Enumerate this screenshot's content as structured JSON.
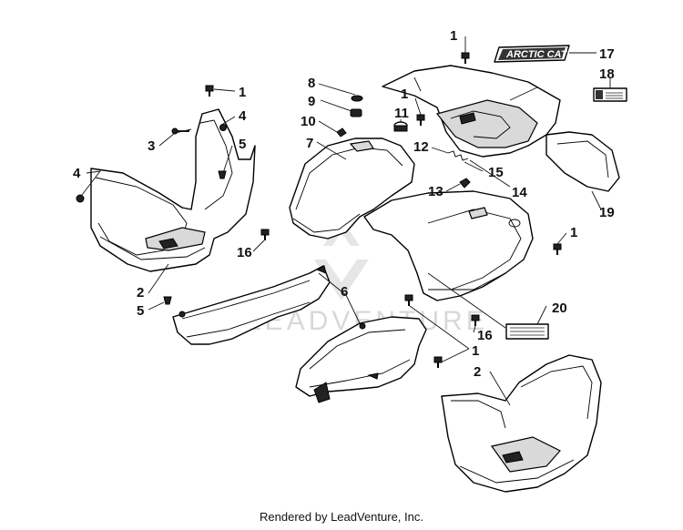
{
  "diagram": {
    "watermark": "LEADVENTURE",
    "decal_17_text": "ARCTIC CAT",
    "callouts": [
      {
        "id": "c1a",
        "label": "1"
      },
      {
        "id": "c17",
        "label": "17"
      },
      {
        "id": "c18",
        "label": "18"
      },
      {
        "id": "c1b",
        "label": "1"
      },
      {
        "id": "c4a",
        "label": "4"
      },
      {
        "id": "c3",
        "label": "3"
      },
      {
        "id": "c5a",
        "label": "5"
      },
      {
        "id": "c4b",
        "label": "4"
      },
      {
        "id": "c8",
        "label": "8"
      },
      {
        "id": "c9",
        "label": "9"
      },
      {
        "id": "c10",
        "label": "10"
      },
      {
        "id": "c11",
        "label": "11"
      },
      {
        "id": "c1c",
        "label": "1"
      },
      {
        "id": "c7",
        "label": "7"
      },
      {
        "id": "c12",
        "label": "12"
      },
      {
        "id": "c15",
        "label": "15"
      },
      {
        "id": "c13",
        "label": "13"
      },
      {
        "id": "c14",
        "label": "14"
      },
      {
        "id": "c19",
        "label": "19"
      },
      {
        "id": "c1d",
        "label": "1"
      },
      {
        "id": "c16a",
        "label": "16"
      },
      {
        "id": "c2a",
        "label": "2"
      },
      {
        "id": "c5b",
        "label": "5"
      },
      {
        "id": "c6",
        "label": "6"
      },
      {
        "id": "c20",
        "label": "20"
      },
      {
        "id": "c16b",
        "label": "16"
      },
      {
        "id": "c1e",
        "label": "1"
      },
      {
        "id": "c2b",
        "label": "2"
      }
    ]
  },
  "footer": {
    "text": "Rendered by LeadVenture, Inc."
  }
}
